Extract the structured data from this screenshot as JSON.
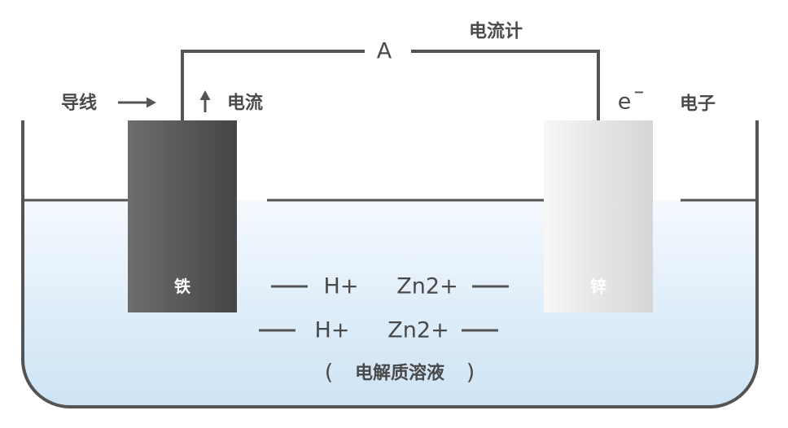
{
  "diagram": {
    "ammeter": {
      "symbol": "A",
      "label": "电流计"
    },
    "wire_label": "导线",
    "current_label": "电流",
    "electron": {
      "symbol": "e",
      "charge": "−",
      "label": "电子"
    },
    "electrodes": {
      "left": "铁",
      "right": "锌"
    },
    "ions": [
      {
        "left": "H+",
        "right": "Zn2+"
      },
      {
        "left": "H+",
        "right": "Zn2+"
      }
    ],
    "electrolyte": {
      "open": "(",
      "label": "电解质溶液",
      "close": ")"
    }
  },
  "icons": {
    "wire_arrow": "arrow-right-icon",
    "current_arrow": "arrow-up-icon"
  },
  "colors": {
    "stroke": "#545454",
    "text": "#4a4a4a",
    "electrode_label": "#ffffff",
    "liquid_top": "#f4f9fe",
    "liquid_bottom": "#cde3f4",
    "iron_light": "#6d6d6d",
    "iron_dark": "#454545",
    "zinc_light": "#f7f7f7",
    "zinc_dark": "#d5d5d5"
  }
}
